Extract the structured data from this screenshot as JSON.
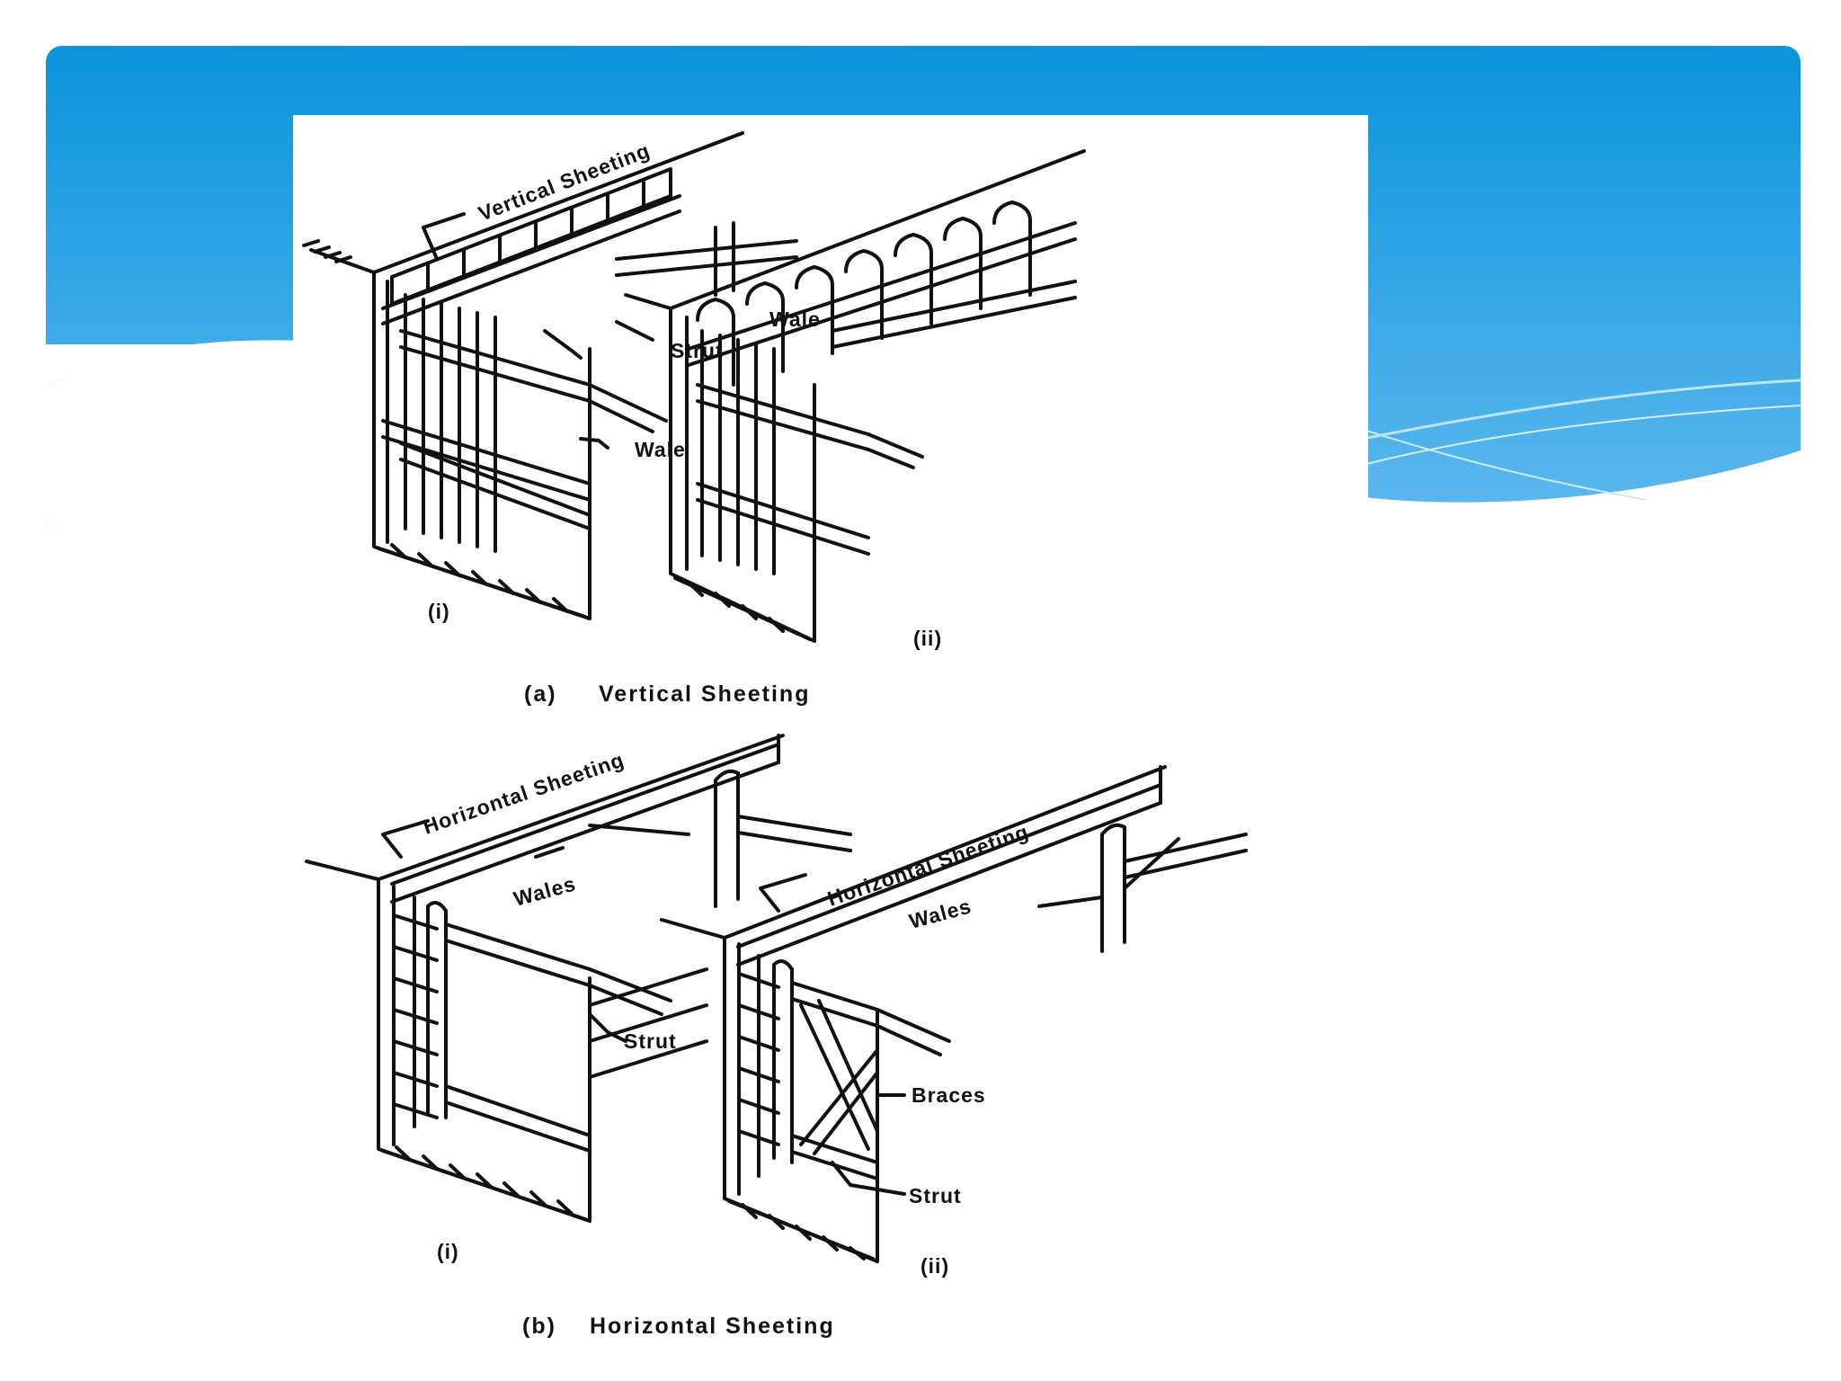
{
  "theme": {
    "banner_top": "#0a94dc",
    "banner_bottom": "#5fb9ee",
    "ink": "#111111"
  },
  "figure_a": {
    "caption_prefix": "(a)",
    "caption": "Vertical Sheeting",
    "left": {
      "number": "(i)",
      "label_sheeting": "Vertical Sheeting",
      "label_wale_top": "Wale",
      "label_strut": "Strut",
      "label_wale_mid": "Wale"
    },
    "right": {
      "number": "(ii)"
    }
  },
  "figure_b": {
    "caption_prefix": "(b)",
    "caption": "Horizontal Sheeting",
    "left": {
      "number": "(i)",
      "label_sheeting": "Horizontal Sheeting",
      "label_wales": "Wales",
      "label_strut": "Strut"
    },
    "right": {
      "number": "(ii)",
      "label_sheeting": "Horizontal Sheeting",
      "label_wales": "Wales",
      "label_braces": "Braces",
      "label_strut": "Strut"
    }
  }
}
